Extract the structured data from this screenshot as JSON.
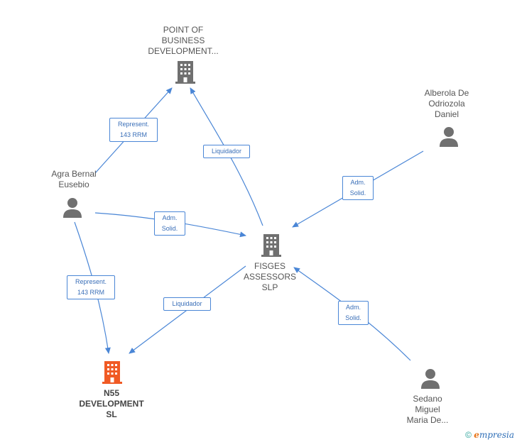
{
  "nodes": {
    "point_of_business": {
      "label_lines": [
        "POINT OF",
        "BUSINESS",
        "DEVELOPMENT..."
      ],
      "type": "company"
    },
    "alberola": {
      "label_lines": [
        "Alberola De",
        "Odriozola",
        "Daniel"
      ],
      "type": "person"
    },
    "agra_bernal": {
      "label_lines": [
        "Agra Bernal",
        "Eusebio"
      ],
      "type": "person"
    },
    "fisges": {
      "label_lines": [
        "FISGES",
        "ASSESSORS",
        "SLP"
      ],
      "type": "company"
    },
    "n55": {
      "label_lines": [
        "N55",
        "DEVELOPMENT",
        "SL"
      ],
      "type": "company-focus"
    },
    "sedano": {
      "label_lines": [
        "Sedano",
        "Miguel",
        "Maria De..."
      ],
      "type": "person"
    }
  },
  "edges": {
    "agra_to_point": [
      "Represent.",
      "143 RRM"
    ],
    "fisges_to_point": [
      "Liquidador"
    ],
    "alberola_to_fisges": [
      "Adm.",
      "Solid."
    ],
    "agra_to_fisges": [
      "Adm.",
      "Solid."
    ],
    "agra_to_n55": [
      "Represent.",
      "143 RRM"
    ],
    "fisges_to_n55": [
      "Liquidador"
    ],
    "sedano_to_fisges": [
      "Adm.",
      "Solid."
    ]
  },
  "colors": {
    "edge": "#4a86d6",
    "icon": "#707070",
    "focus_icon": "#f05a24"
  },
  "footer": {
    "copyright": "©",
    "brand_first": "e",
    "brand_rest": "mpresia"
  }
}
